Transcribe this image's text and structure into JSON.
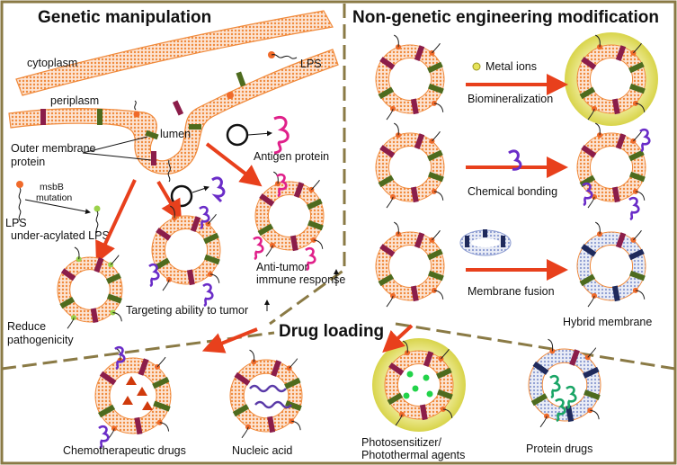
{
  "colors": {
    "frame": "#8a7a45",
    "membrane_orange": "#f08a3c",
    "membrane_fill": "#fbd5bd",
    "protein_green": "#4d6b1e",
    "protein_maroon": "#8b1d4a",
    "protein_navy": "#1f2a5c",
    "arrow_red": "#e8401c",
    "halo_yellow": "#e6e35a",
    "lps_head": "#f06a2a",
    "lps_head_light": "#9bd24a",
    "antigen_pink": "#e0208a",
    "ligand_purple": "#6a2cc8",
    "photosensitizer_green": "#22d34a",
    "drug_red": "#d03a0c",
    "nucleic_purple": "#5a3aa8"
  },
  "sections": {
    "genetic": "Genetic manipulation",
    "nongenetic": "Non-genetic engineering modification",
    "drug": "Drug loading"
  },
  "labels": {
    "cytoplasm": "cytoplasm",
    "periplasm": "periplasm",
    "lumen": "lumen",
    "lps_top": "LPS",
    "outer_membrane_1": "Outer membrane",
    "outer_membrane_2": "protein",
    "antigen_protein": "Antigen protein",
    "msbb_1": "msbB",
    "msbb_2": "mutation",
    "lps_left": "LPS",
    "under_acylated": "under-acylated LPS",
    "reduce_1": "Reduce",
    "reduce_2": "pathogenicity",
    "targeting": "Targeting ability to tumor",
    "antitumor_1": "Anti-tumor",
    "antitumor_2": "immune response",
    "metal_ions": "Metal ions",
    "biomineralization": "Biomineralization",
    "chemical_bonding": "Chemical bonding",
    "membrane_fusion": "Membrane fusion",
    "hybrid_membrane": "Hybrid membrane",
    "chemo": "Chemotherapeutic drugs",
    "nucleic": "Nucleic acid",
    "photo_1": "Photosensitizer/",
    "photo_2": "Photothermal agents",
    "protein_drugs": "Protein drugs"
  }
}
